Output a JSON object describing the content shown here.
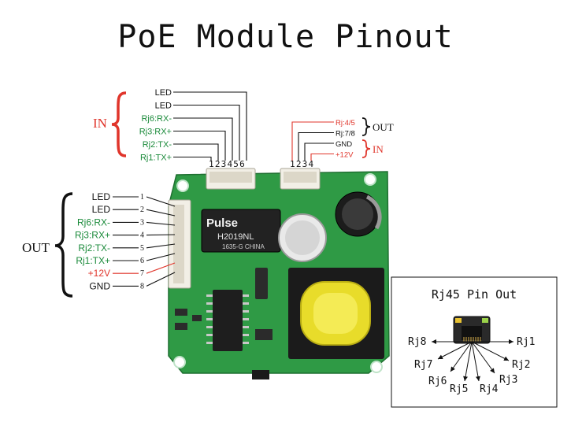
{
  "title": "PoE Module Pinout",
  "colors": {
    "black": "#111111",
    "green": "#1a8a3a",
    "red": "#e0352b",
    "board": "#2f9a45",
    "board_dark": "#247a36"
  },
  "top_left_connector": {
    "group_label": "IN",
    "pins": [
      {
        "label": "LED",
        "color": "black"
      },
      {
        "label": "LED",
        "color": "black"
      },
      {
        "label": "Rj6:RX-",
        "color": "green"
      },
      {
        "label": "Rj3:RX+",
        "color": "green"
      },
      {
        "label": "Rj2:TX-",
        "color": "green"
      },
      {
        "label": "Rj1:TX+",
        "color": "green"
      }
    ],
    "pin_numbers": "123456"
  },
  "top_right_connector": {
    "pins": [
      {
        "label": "Rj:4/5",
        "color": "red"
      },
      {
        "label": "Rj:7/8",
        "color": "black"
      },
      {
        "label": "GND",
        "color": "black"
      },
      {
        "label": "+12V",
        "color": "red"
      }
    ],
    "out_label": "OUT",
    "in_label": "IN",
    "pin_numbers": "1234"
  },
  "left_connector": {
    "group_label": "OUT",
    "pins": [
      {
        "label": "LED",
        "number": "1",
        "color": "black"
      },
      {
        "label": "LED",
        "number": "2",
        "color": "black"
      },
      {
        "label": "Rj6:RX-",
        "number": "3",
        "color": "green"
      },
      {
        "label": "Rj3:RX+",
        "number": "4",
        "color": "green"
      },
      {
        "label": "Rj2:TX-",
        "number": "5",
        "color": "green"
      },
      {
        "label": "Rj1:TX+",
        "number": "6",
        "color": "green"
      },
      {
        "label": "+12V",
        "number": "7",
        "color": "red"
      },
      {
        "label": "GND",
        "number": "8",
        "color": "black"
      }
    ]
  },
  "board_text": {
    "transformer_brand": "Pulse",
    "transformer_model": "H2019NL",
    "transformer_code": "1635-G CHINA"
  },
  "rj45_panel": {
    "title": "Rj45 Pin Out",
    "pins": [
      "Rj1",
      "Rj2",
      "Rj3",
      "Rj4",
      "Rj5",
      "Rj6",
      "Rj7",
      "Rj8"
    ]
  }
}
